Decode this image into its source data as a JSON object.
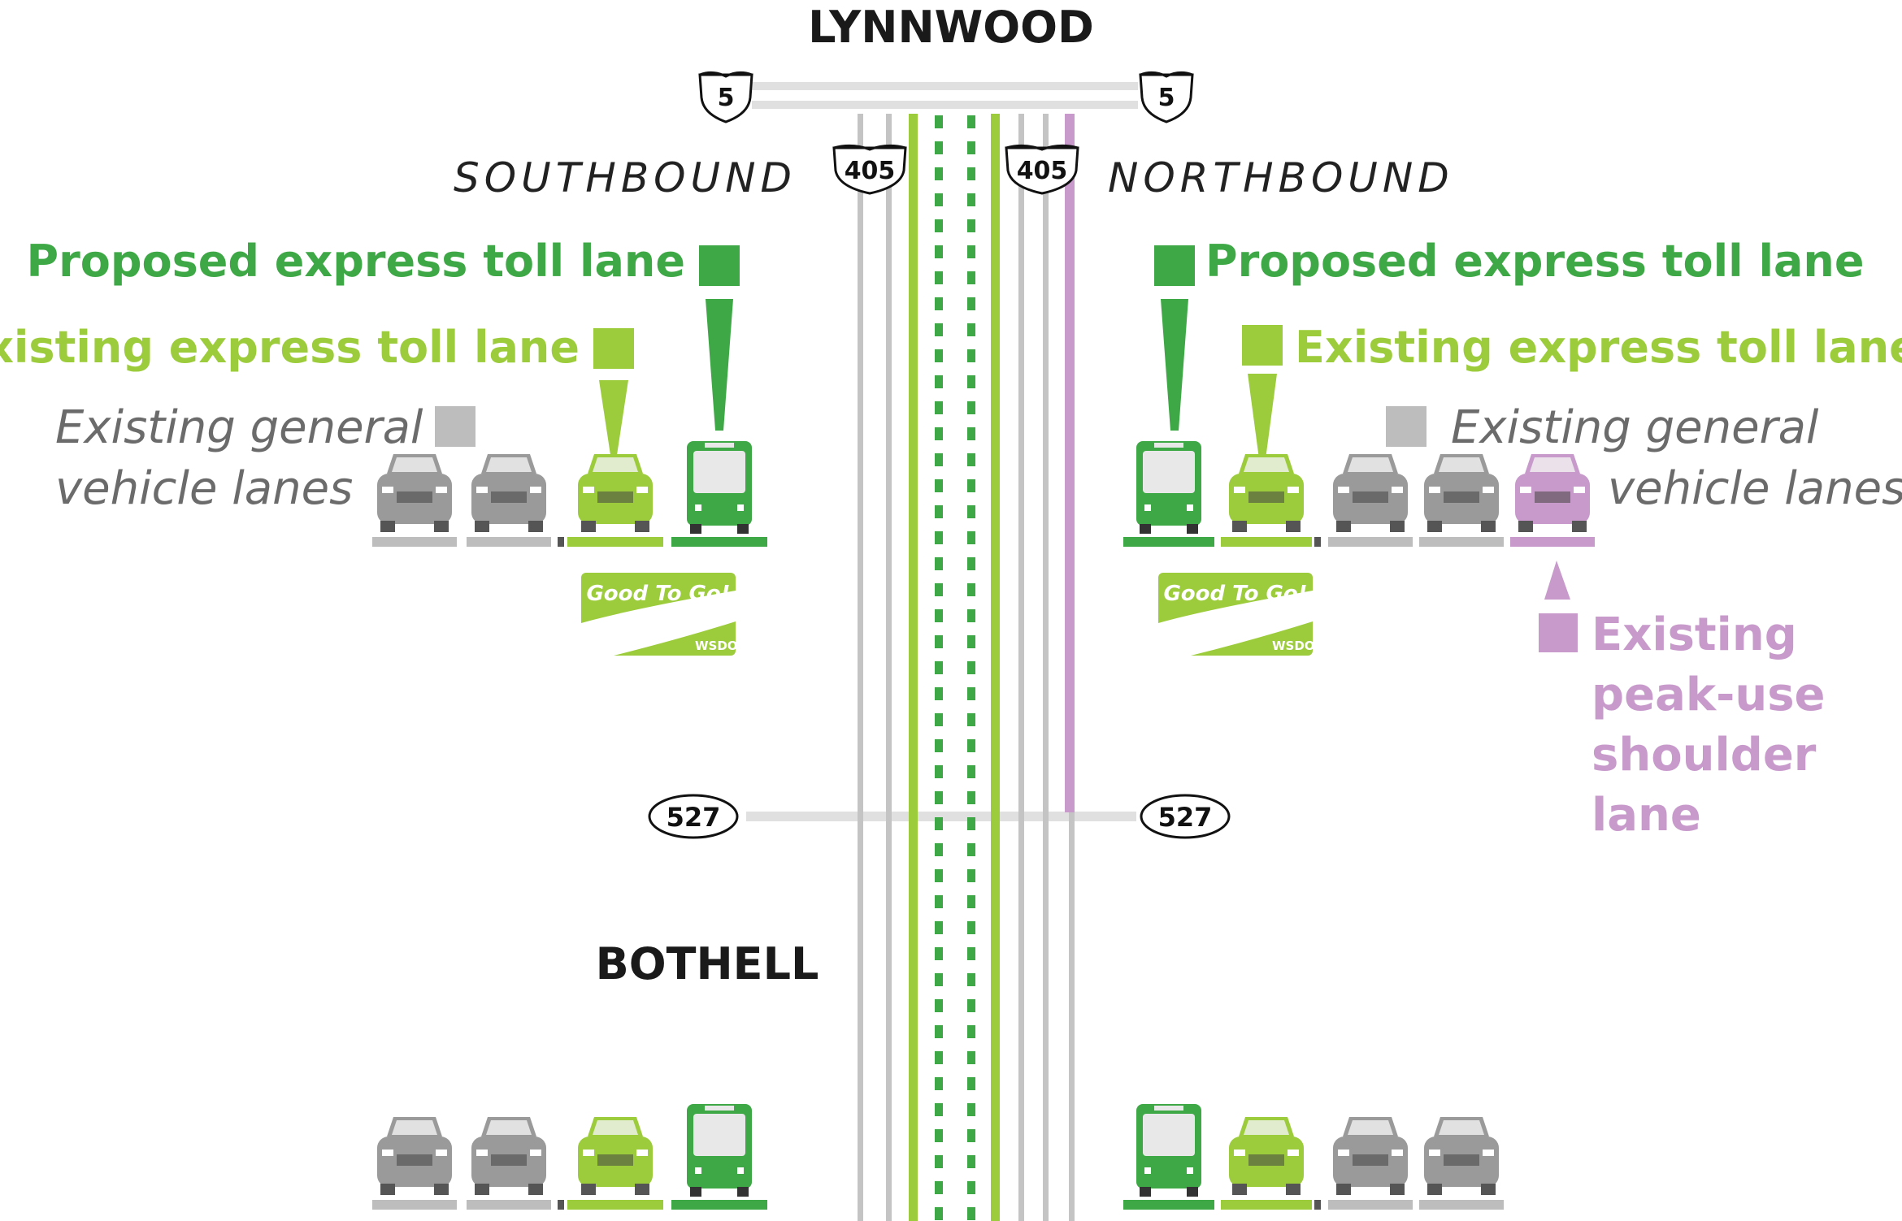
{
  "cities": {
    "north": "LYNNWOOD",
    "south": "BOTHELL"
  },
  "directions": {
    "southbound": "SOUTHBOUND",
    "northbound": "NORTHBOUND"
  },
  "routes": {
    "i5": "5",
    "i405": "405",
    "sr527": "527"
  },
  "legend_left": {
    "proposed": "Proposed express toll lane",
    "existing_toll": "Existing express toll lane",
    "general_line1": "Existing general",
    "general_line2": "vehicle lanes"
  },
  "legend_right": {
    "proposed": "Proposed express toll lane",
    "existing_toll": "Existing express toll lane",
    "general_line1": "Existing general",
    "general_line2": "vehicle lanes",
    "shoulder_line1": "Existing",
    "shoulder_line2": "peak-use",
    "shoulder_line3": "shoulder",
    "shoulder_line4": "lane"
  },
  "pass": {
    "name": "Good To Go!",
    "agency": "WSDOT"
  },
  "colors": {
    "proposed_green": "#3ea846",
    "existing_lime": "#9ccc3b",
    "general_gray": "#bdbdbd",
    "shoulder_purple": "#c79acb",
    "road_gray": "#e0e0e0"
  }
}
